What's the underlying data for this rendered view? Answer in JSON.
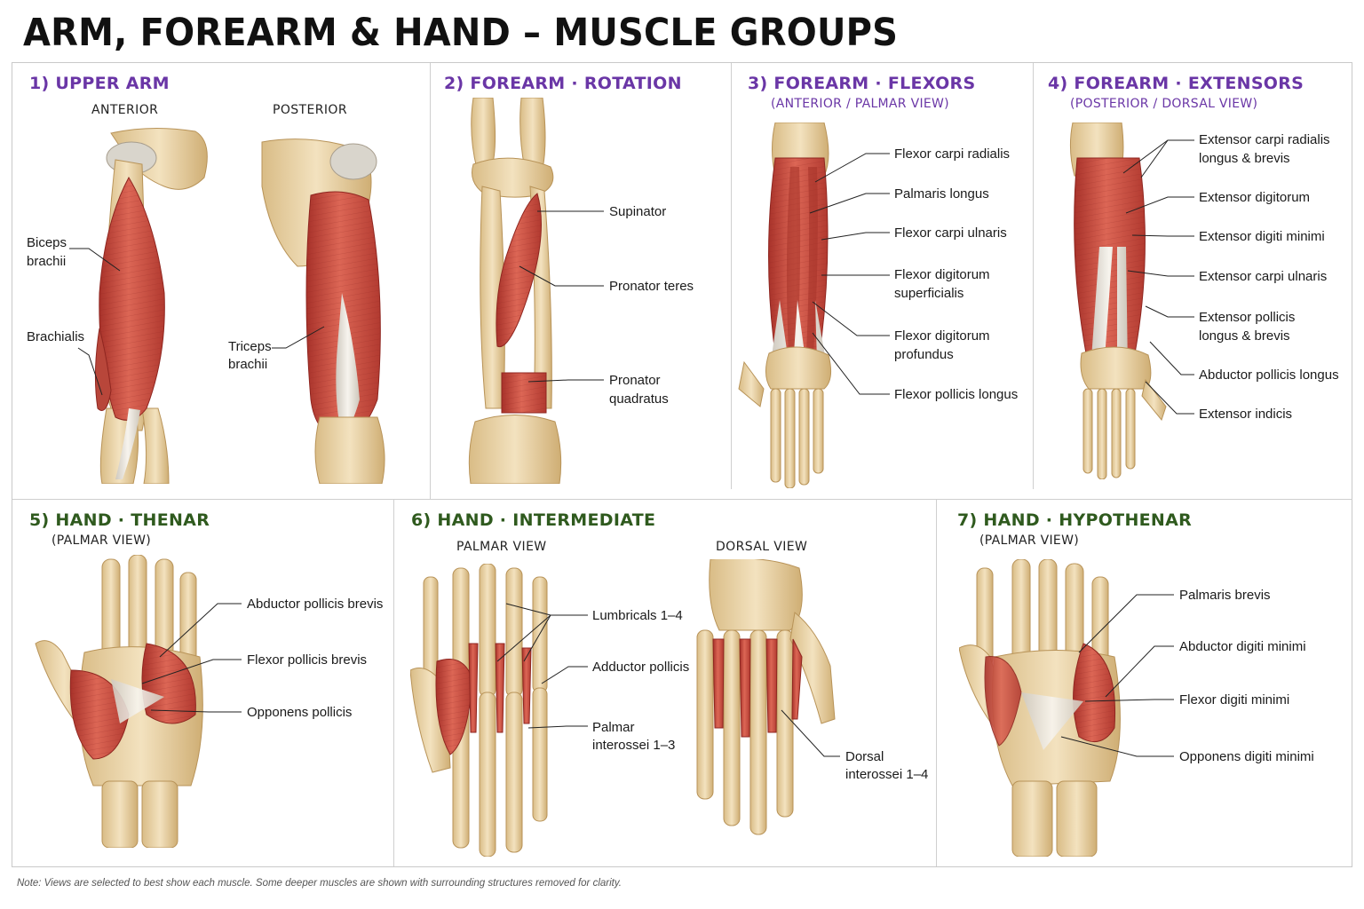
{
  "title": "ARM, FOREARM & HAND – MUSCLE GROUPS",
  "colors": {
    "purple": "#6a36a6",
    "green": "#2f5a1e",
    "muscle": "#c9473a",
    "bone": "#e9d2a3",
    "tendon": "#e8e4dc"
  },
  "panels": {
    "p1": {
      "title": "1) UPPER ARM",
      "anterior": "ANTERIOR",
      "posterior": "POSTERIOR",
      "labels": {
        "biceps_1": "Biceps",
        "biceps_2": "brachii",
        "brachialis": "Brachialis",
        "triceps_1": "Triceps",
        "triceps_2": "brachii"
      }
    },
    "p2": {
      "title": "2) FOREARM · ROTATION",
      "labels": {
        "supinator": "Supinator",
        "pronator_teres": "Pronator teres",
        "pq_1": "Pronator",
        "pq_2": "quadratus"
      }
    },
    "p3": {
      "title": "3) FOREARM · FLEXORS",
      "subtitle": "(ANTERIOR / PALMAR VIEW)",
      "labels": {
        "fcr": "Flexor carpi radialis",
        "pl": "Palmaris longus",
        "fcu": "Flexor carpi ulnaris",
        "fds_1": "Flexor digitorum",
        "fds_2": "superficialis",
        "fdp_1": "Flexor digitorum",
        "fdp_2": "profundus",
        "fpl": "Flexor pollicis longus"
      }
    },
    "p4": {
      "title": "4) FOREARM · EXTENSORS",
      "subtitle": "(POSTERIOR / DORSAL VIEW)",
      "labels": {
        "ecr_1": "Extensor carpi radialis",
        "ecr_2": "longus & brevis",
        "ed": "Extensor digitorum",
        "edm": "Extensor digiti minimi",
        "ecu": "Extensor carpi ulnaris",
        "epl_1": "Extensor pollicis",
        "epl_2": "longus & brevis",
        "apl": "Abductor pollicis longus",
        "ei": "Extensor indicis"
      }
    },
    "p5": {
      "title": "5) HAND · THENAR",
      "subtitle": "(PALMAR VIEW)",
      "labels": {
        "apb": "Abductor pollicis brevis",
        "fpb": "Flexor pollicis brevis",
        "op": "Opponens pollicis"
      }
    },
    "p6": {
      "title": "6) HAND · INTERMEDIATE",
      "palmar": "PALMAR VIEW",
      "dorsal": "DORSAL VIEW",
      "labels": {
        "lumb": "Lumbricals 1–4",
        "add": "Adductor pollicis",
        "pi_1": "Palmar",
        "pi_2": "interossei 1–3",
        "di_1": "Dorsal",
        "di_2": "interossei 1–4"
      }
    },
    "p7": {
      "title": "7) HAND · HYPOTHENAR",
      "subtitle": "(PALMAR VIEW)",
      "labels": {
        "pb": "Palmaris brevis",
        "adm": "Abductor digiti minimi",
        "fdm": "Flexor digiti minimi",
        "odm": "Opponens digiti minimi"
      }
    }
  },
  "note": "Note: Views are selected to best show each muscle. Some deeper muscles are shown with surrounding structures removed for clarity."
}
